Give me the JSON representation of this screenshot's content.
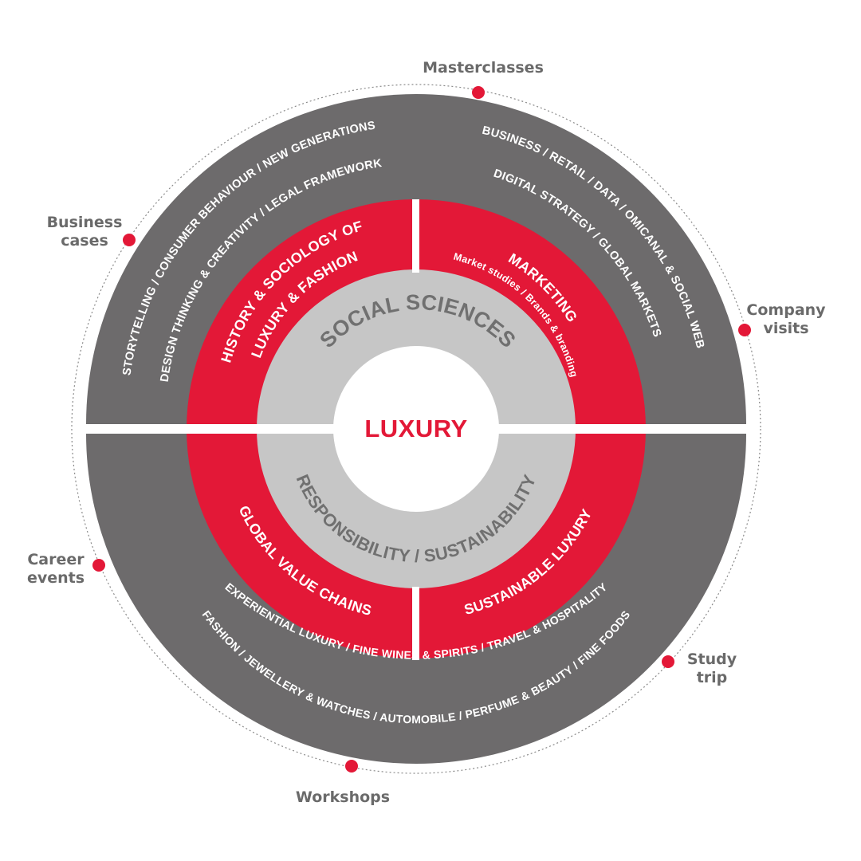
{
  "center": {
    "title": "LUXURY"
  },
  "inner_ring": {
    "top": "SOCIAL SCIENCES",
    "bottom": "RESPONSIBILITY / SUSTAINABILITY"
  },
  "red_ring": {
    "top_left": {
      "line1": "HISTORY & SOCIOLOGY OF",
      "line2": "LUXURY & FASHION"
    },
    "top_right": {
      "title": "MARKETING",
      "subtitle": "Market studies / Brands & branding"
    },
    "bottom_left": {
      "title": "GLOBAL VALUE CHAINS"
    },
    "bottom_right": {
      "title": "SUSTAINABLE LUXURY"
    }
  },
  "grey_ring": {
    "top_left": {
      "line1": "STORYTELLING / CONSUMER BEHAVIOUR / NEW GENERATIONS",
      "line2": "DESIGN THINKING & CREATIVITY /  LEGAL FRAMEWORK"
    },
    "top_right": {
      "line1": "BUSINESS / RETAIL / DATA / OMICANAL & SOCIAL WEB",
      "line2": "DIGITAL STRATEGY / GLOBAL MARKETS"
    },
    "bottom": {
      "line1": "FASHION / JEWELLERY & WATCHES / AUTOMOBILE /  PERFUME & BEAUTY / FINE FOODS",
      "line2": "EXPERIENTIAL LUXURY / FINE WINES & SPIRITS / TRAVEL & HOSPITALITY"
    }
  },
  "outer_points": {
    "masterclasses": "Masterclasses",
    "business_cases_1": "Business",
    "business_cases_2": "cases",
    "company_visits_1": "Company",
    "company_visits_2": "visits",
    "career_events_1": "Career",
    "career_events_2": "events",
    "study_trip_1": "Study",
    "study_trip_2": "trip",
    "workshops": "Workshops"
  },
  "colors": {
    "red": "#e31837",
    "dark_grey": "#6d6b6c",
    "light_grey": "#c6c6c6",
    "white": "#ffffff",
    "label_grey": "#6a6a6a"
  }
}
